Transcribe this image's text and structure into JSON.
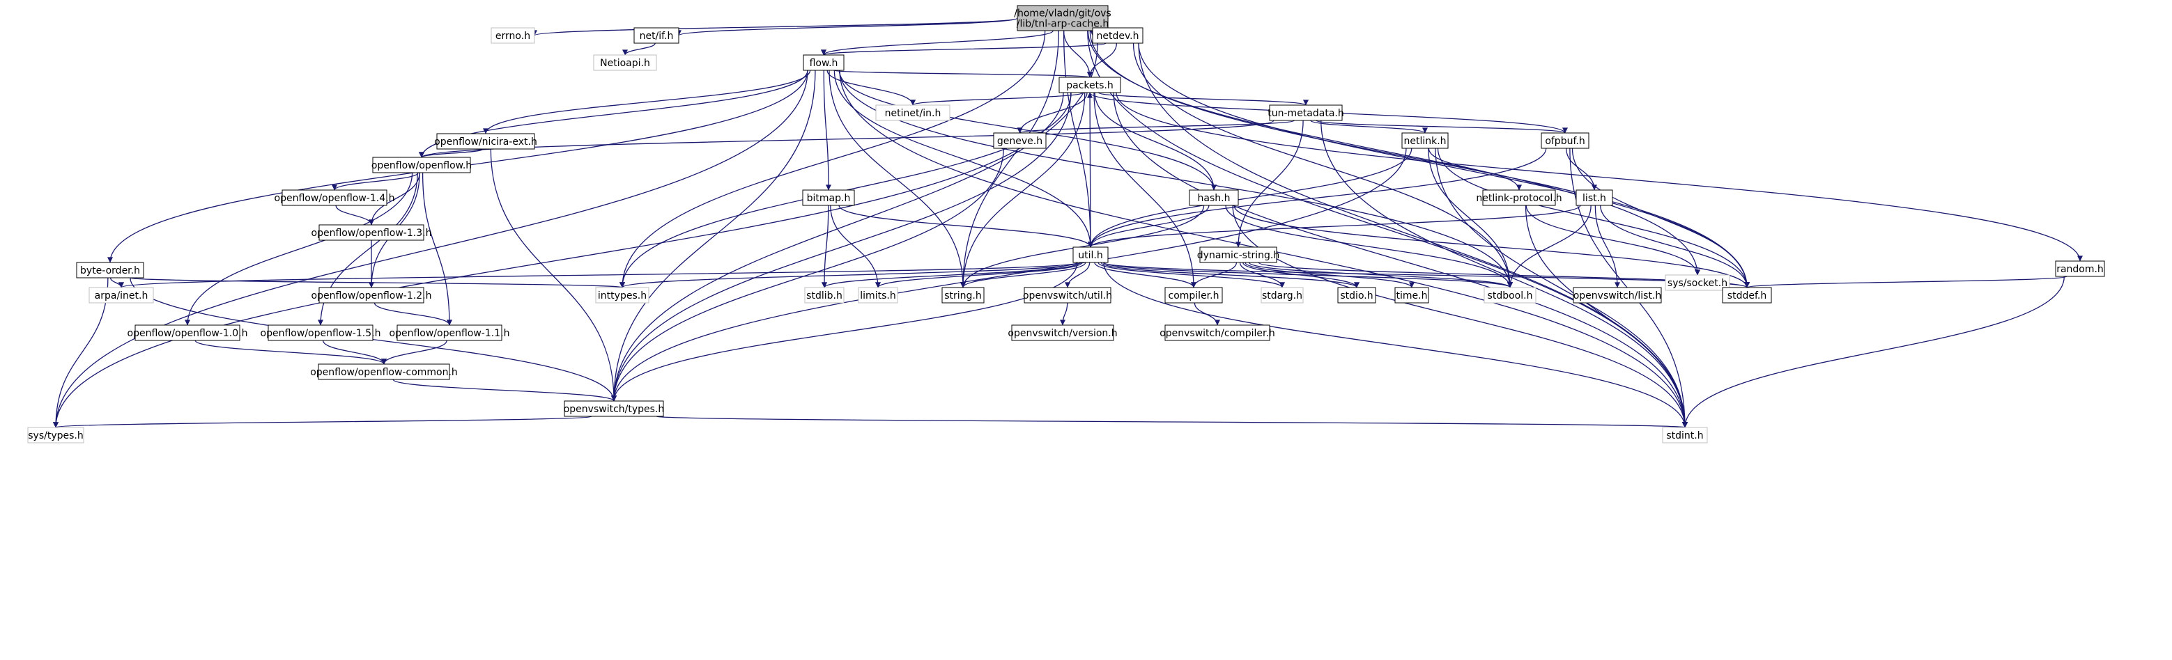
{
  "diagram": {
    "type": "include-dependency-graph",
    "colors": {
      "edge": "#191970",
      "root_fill": "#bfbfbf",
      "node_border": "#000000",
      "external_border": "#bfbfbf",
      "background": "#ffffff"
    },
    "nodes": [
      {
        "id": "root",
        "lines": [
          "/home/vladn/git/ovs",
          "/lib/tnl-arp-cache.h"
        ],
        "style": "root"
      },
      {
        "id": "errno",
        "lines": [
          "errno.h"
        ],
        "style": "external"
      },
      {
        "id": "netif",
        "lines": [
          "net/if.h"
        ],
        "style": "internal"
      },
      {
        "id": "netioapi",
        "lines": [
          "Netioapi.h"
        ],
        "style": "external"
      },
      {
        "id": "netdev",
        "lines": [
          "netdev.h"
        ],
        "style": "internal"
      },
      {
        "id": "flow",
        "lines": [
          "flow.h"
        ],
        "style": "internal"
      },
      {
        "id": "packets",
        "lines": [
          "packets.h"
        ],
        "style": "internal"
      },
      {
        "id": "netinet",
        "lines": [
          "netinet/in.h"
        ],
        "style": "external"
      },
      {
        "id": "nicira",
        "lines": [
          "openflow/nicira-ext.h"
        ],
        "style": "internal"
      },
      {
        "id": "tunmeta",
        "lines": [
          "tun-metadata.h"
        ],
        "style": "internal"
      },
      {
        "id": "openflow",
        "lines": [
          "openflow/openflow.h"
        ],
        "style": "internal"
      },
      {
        "id": "geneve",
        "lines": [
          "geneve.h"
        ],
        "style": "internal"
      },
      {
        "id": "netlink",
        "lines": [
          "netlink.h"
        ],
        "style": "internal"
      },
      {
        "id": "ofpbuf",
        "lines": [
          "ofpbuf.h"
        ],
        "style": "internal"
      },
      {
        "id": "of14",
        "lines": [
          "openflow/openflow-1.4.h"
        ],
        "style": "internal"
      },
      {
        "id": "bitmap",
        "lines": [
          "bitmap.h"
        ],
        "style": "internal"
      },
      {
        "id": "hash",
        "lines": [
          "hash.h"
        ],
        "style": "internal"
      },
      {
        "id": "netlinkproto",
        "lines": [
          "netlink-protocol.h"
        ],
        "style": "internal"
      },
      {
        "id": "list",
        "lines": [
          "list.h"
        ],
        "style": "internal"
      },
      {
        "id": "of13",
        "lines": [
          "openflow/openflow-1.3.h"
        ],
        "style": "internal"
      },
      {
        "id": "byteorder",
        "lines": [
          "byte-order.h"
        ],
        "style": "internal"
      },
      {
        "id": "util",
        "lines": [
          "util.h"
        ],
        "style": "internal"
      },
      {
        "id": "dynstr",
        "lines": [
          "dynamic-string.h"
        ],
        "style": "internal"
      },
      {
        "id": "syssocket",
        "lines": [
          "sys/socket.h"
        ],
        "style": "external"
      },
      {
        "id": "random",
        "lines": [
          "random.h"
        ],
        "style": "internal"
      },
      {
        "id": "ovslist",
        "lines": [
          "openvswitch/list.h"
        ],
        "style": "internal"
      },
      {
        "id": "of12",
        "lines": [
          "openflow/openflow-1.2.h"
        ],
        "style": "internal"
      },
      {
        "id": "arpa",
        "lines": [
          "arpa/inet.h"
        ],
        "style": "external"
      },
      {
        "id": "inttypes",
        "lines": [
          "inttypes.h"
        ],
        "style": "external"
      },
      {
        "id": "stdlib",
        "lines": [
          "stdlib.h"
        ],
        "style": "external"
      },
      {
        "id": "limits",
        "lines": [
          "limits.h"
        ],
        "style": "external"
      },
      {
        "id": "string",
        "lines": [
          "string.h"
        ],
        "style": "internal"
      },
      {
        "id": "ovsutil",
        "lines": [
          "openvswitch/util.h"
        ],
        "style": "internal"
      },
      {
        "id": "compiler",
        "lines": [
          "compiler.h"
        ],
        "style": "internal"
      },
      {
        "id": "stdarg",
        "lines": [
          "stdarg.h"
        ],
        "style": "external"
      },
      {
        "id": "stdio",
        "lines": [
          "stdio.h"
        ],
        "style": "internal"
      },
      {
        "id": "time",
        "lines": [
          "time.h"
        ],
        "style": "internal"
      },
      {
        "id": "stdbool",
        "lines": [
          "stdbool.h"
        ],
        "style": "external"
      },
      {
        "id": "stddef",
        "lines": [
          "stddef.h"
        ],
        "style": "internal"
      },
      {
        "id": "of10",
        "lines": [
          "openflow/openflow-1.0.h"
        ],
        "style": "internal"
      },
      {
        "id": "of15",
        "lines": [
          "openflow/openflow-1.5.h"
        ],
        "style": "internal"
      },
      {
        "id": "of11",
        "lines": [
          "openflow/openflow-1.1.h"
        ],
        "style": "internal"
      },
      {
        "id": "ovsversion",
        "lines": [
          "openvswitch/version.h"
        ],
        "style": "internal"
      },
      {
        "id": "ovscompiler",
        "lines": [
          "openvswitch/compiler.h"
        ],
        "style": "internal"
      },
      {
        "id": "ofcommon",
        "lines": [
          "openflow/openflow-common.h"
        ],
        "style": "internal"
      },
      {
        "id": "ovstypes",
        "lines": [
          "openvswitch/types.h"
        ],
        "style": "internal"
      },
      {
        "id": "systypes",
        "lines": [
          "sys/types.h"
        ],
        "style": "external"
      },
      {
        "id": "stdint",
        "lines": [
          "stdint.h"
        ],
        "style": "external"
      }
    ],
    "edges": [
      [
        "root",
        "errno"
      ],
      [
        "root",
        "netif"
      ],
      [
        "root",
        "netdev"
      ],
      [
        "root",
        "flow"
      ],
      [
        "root",
        "packets"
      ],
      [
        "root",
        "inttypes"
      ],
      [
        "root",
        "util"
      ],
      [
        "root",
        "string"
      ],
      [
        "root",
        "syssocket"
      ],
      [
        "root",
        "stddef"
      ],
      [
        "root",
        "stdint"
      ],
      [
        "netif",
        "netioapi"
      ],
      [
        "netdev",
        "flow"
      ],
      [
        "netdev",
        "packets"
      ],
      [
        "netdev",
        "stdbool"
      ],
      [
        "netdev",
        "stddef"
      ],
      [
        "netdev",
        "stdint"
      ],
      [
        "netdev",
        "ovstypes"
      ],
      [
        "flow",
        "packets"
      ],
      [
        "flow",
        "netinet"
      ],
      [
        "flow",
        "nicira"
      ],
      [
        "flow",
        "openflow"
      ],
      [
        "flow",
        "bitmap"
      ],
      [
        "flow",
        "hash"
      ],
      [
        "flow",
        "util"
      ],
      [
        "flow",
        "string"
      ],
      [
        "flow",
        "stdbool"
      ],
      [
        "flow",
        "stdint"
      ],
      [
        "flow",
        "ovstypes"
      ],
      [
        "flow",
        "byteorder"
      ],
      [
        "flow",
        "systypes"
      ],
      [
        "packets",
        "netinet"
      ],
      [
        "packets",
        "tunmeta"
      ],
      [
        "packets",
        "geneve"
      ],
      [
        "packets",
        "hash"
      ],
      [
        "packets",
        "util"
      ],
      [
        "packets",
        "string"
      ],
      [
        "packets",
        "compiler"
      ],
      [
        "packets",
        "random"
      ],
      [
        "packets",
        "inttypes"
      ],
      [
        "packets",
        "systypes"
      ],
      [
        "packets",
        "ovstypes"
      ],
      [
        "packets",
        "stdint"
      ],
      [
        "ofpbuf",
        "packets"
      ],
      [
        "nicira",
        "openflow"
      ],
      [
        "nicira",
        "ovstypes"
      ],
      [
        "tunmeta",
        "openflow"
      ],
      [
        "tunmeta",
        "geneve"
      ],
      [
        "tunmeta",
        "netlink"
      ],
      [
        "tunmeta",
        "ofpbuf"
      ],
      [
        "tunmeta",
        "dynstr"
      ],
      [
        "tunmeta",
        "stdint"
      ],
      [
        "openflow",
        "of14"
      ],
      [
        "openflow",
        "of13"
      ],
      [
        "openflow",
        "of12"
      ],
      [
        "openflow",
        "of11"
      ],
      [
        "openflow",
        "of10"
      ],
      [
        "openflow",
        "of15"
      ],
      [
        "geneve",
        "ovstypes"
      ],
      [
        "netlink",
        "netlinkproto"
      ],
      [
        "netlink",
        "util"
      ],
      [
        "netlink",
        "stdbool"
      ],
      [
        "netlink",
        "stddef"
      ],
      [
        "netlink",
        "stdint"
      ],
      [
        "netlink",
        "ovstypes"
      ],
      [
        "ofpbuf",
        "list"
      ],
      [
        "ofpbuf",
        "util"
      ],
      [
        "ofpbuf",
        "stddef"
      ],
      [
        "ofpbuf",
        "stdint"
      ],
      [
        "of14",
        "of13"
      ],
      [
        "of13",
        "of12"
      ],
      [
        "of12",
        "of11"
      ],
      [
        "of11",
        "ofcommon"
      ],
      [
        "of10",
        "ofcommon"
      ],
      [
        "of15",
        "ofcommon"
      ],
      [
        "ofcommon",
        "ovstypes"
      ],
      [
        "bitmap",
        "util"
      ],
      [
        "bitmap",
        "stdlib"
      ],
      [
        "bitmap",
        "limits"
      ],
      [
        "hash",
        "util"
      ],
      [
        "hash",
        "string"
      ],
      [
        "hash",
        "stdbool"
      ],
      [
        "hash",
        "stdint"
      ],
      [
        "hash",
        "stddef"
      ],
      [
        "netlinkproto",
        "syssocket"
      ],
      [
        "netlinkproto",
        "stdint"
      ],
      [
        "list",
        "ovslist"
      ],
      [
        "list",
        "util"
      ],
      [
        "list",
        "stdbool"
      ],
      [
        "list",
        "stddef"
      ],
      [
        "byteorder",
        "arpa"
      ],
      [
        "byteorder",
        "inttypes"
      ],
      [
        "byteorder",
        "systypes"
      ],
      [
        "byteorder",
        "ovstypes"
      ],
      [
        "util",
        "arpa"
      ],
      [
        "util",
        "inttypes"
      ],
      [
        "util",
        "stdlib"
      ],
      [
        "util",
        "limits"
      ],
      [
        "util",
        "string"
      ],
      [
        "util",
        "ovsutil"
      ],
      [
        "util",
        "compiler"
      ],
      [
        "util",
        "stdarg"
      ],
      [
        "util",
        "stdio"
      ],
      [
        "util",
        "stdbool"
      ],
      [
        "util",
        "stddef"
      ],
      [
        "util",
        "stdint"
      ],
      [
        "util",
        "ovstypes"
      ],
      [
        "dynstr",
        "compiler"
      ],
      [
        "dynstr",
        "stdarg"
      ],
      [
        "dynstr",
        "stdio"
      ],
      [
        "dynstr",
        "time"
      ],
      [
        "dynstr",
        "stdbool"
      ],
      [
        "dynstr",
        "stddef"
      ],
      [
        "random",
        "stddef"
      ],
      [
        "random",
        "stdint"
      ],
      [
        "ovsutil",
        "ovsversion"
      ],
      [
        "compiler",
        "ovscompiler"
      ],
      [
        "ovstypes",
        "systypes"
      ],
      [
        "ovstypes",
        "stdint"
      ]
    ]
  }
}
